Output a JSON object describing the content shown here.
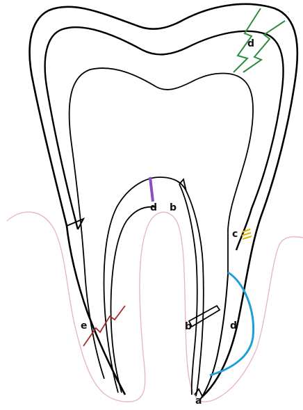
{
  "labels": {
    "d_crown": "d",
    "d_purple": "d",
    "b_upper": "b",
    "c": "c",
    "b_lower": "b",
    "d_blue": "d",
    "e": "e",
    "a": "a"
  },
  "colors": {
    "outline": "#000000",
    "gum": "#e8b8c0",
    "crack_green": "#2e8b3e",
    "mark_purple": "#8a4fc8",
    "mark_yellow": "#e0b400",
    "arc_blue": "#1e9fd8",
    "crack_red": "#a52a2a"
  }
}
